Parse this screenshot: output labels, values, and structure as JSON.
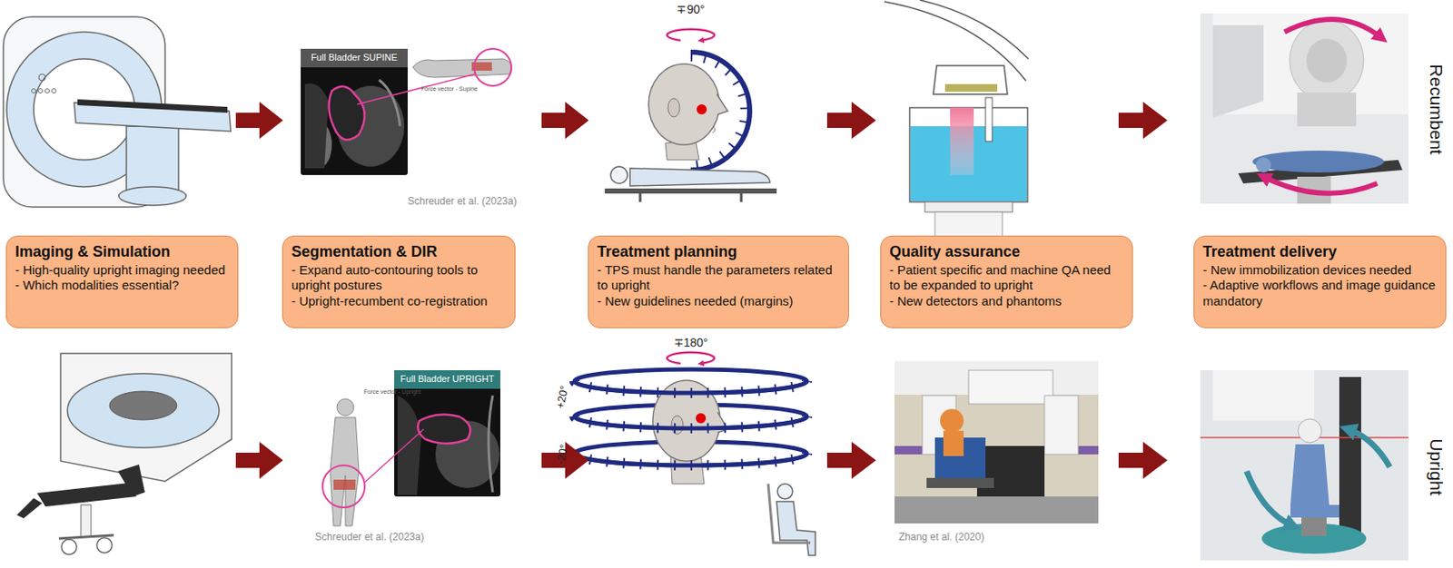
{
  "diagram": {
    "nodes": [
      {
        "text": [
          "Imaging & Simulation",
          "- High-quality upright imaging needed",
          "- Which modalities essential?"
        ]
      },
      {
        "text": [
          "Segmentation & DIR",
          "- Expand auto-contouring tools to upright postures",
          "- Upright-recumbent co-registration"
        ]
      },
      {
        "text": [
          "Treatment planning",
          "- TPS must handle the parameters related to upright",
          "- New guidelines needed (margins)"
        ]
      },
      {
        "text": [
          "Quality assurance",
          "- Patient specific and machine QA need to be expanded to upright",
          "- New detectors and phantoms"
        ]
      },
      {
        "text": [
          "Treatment delivery",
          "- New immobilization devices needed",
          "- Adaptive workflows and image guidance mandatory"
        ]
      }
    ],
    "labels": [
      "Full Bladder SUPINE",
      "Force vector - Supine",
      "Schreuder et al. (2023a)",
      "∓90°",
      "Recumbent",
      "Full Bladder UPRIGHT",
      "Force vector - Upright",
      "Schreuder et al. (2023a)",
      "∓180°",
      "+20°",
      "-20°",
      "Zhang et al. (2020)",
      "Upright"
    ]
  }
}
